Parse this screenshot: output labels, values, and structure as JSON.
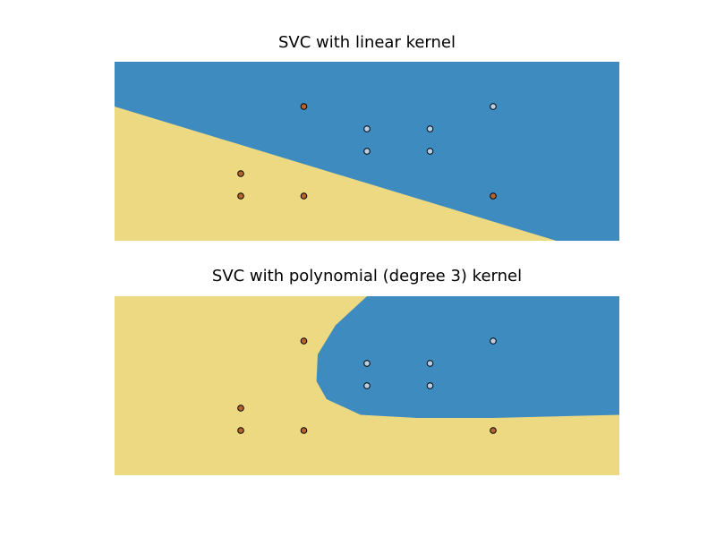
{
  "chart_data": [
    {
      "type": "scatter",
      "title": "SVC with linear kernel",
      "xlabel": "",
      "ylabel": "",
      "xlim": [
        -2.0,
        2.0
      ],
      "ylim": [
        -2.0,
        2.0
      ],
      "grid": false,
      "background_regions": [
        {
          "class": 0,
          "color": "#3e8bc0"
        },
        {
          "class": 1,
          "color": "#ecd982"
        }
      ],
      "decision_boundary": {
        "points": [
          [
            -2.0,
            1.0
          ],
          [
            1.5,
            -2.0
          ]
        ]
      },
      "series": [
        {
          "class": 0,
          "color": "#b9cfe6",
          "points": [
            [
              0.0,
              0.5
            ],
            [
              0.5,
              0.5
            ],
            [
              0.0,
              0.0
            ],
            [
              0.5,
              0.0
            ],
            [
              1.0,
              1.0
            ]
          ]
        },
        {
          "class": 1,
          "color": "#b6632d",
          "points": [
            [
              -0.5,
              1.0
            ],
            [
              -1.0,
              -0.5
            ],
            [
              -1.0,
              -1.0
            ],
            [
              -0.5,
              -1.0
            ],
            [
              1.0,
              -1.0
            ]
          ]
        }
      ]
    },
    {
      "type": "scatter",
      "title": "SVC with polynomial (degree 3) kernel",
      "xlabel": "",
      "ylabel": "",
      "xlim": [
        -2.0,
        2.0
      ],
      "ylim": [
        -2.0,
        2.0
      ],
      "grid": false,
      "background_regions": [
        {
          "class": 0,
          "color": "#3e8bc0"
        },
        {
          "class": 1,
          "color": "#ecd982"
        }
      ],
      "decision_boundary": {
        "points": [
          [
            0.0,
            2.0
          ],
          [
            -0.25,
            1.35
          ],
          [
            -0.39,
            0.7
          ],
          [
            -0.4,
            0.1
          ],
          [
            -0.32,
            -0.3
          ],
          [
            -0.05,
            -0.65
          ],
          [
            0.4,
            -0.72
          ],
          [
            1.0,
            -0.72
          ],
          [
            2.0,
            -0.65
          ]
        ]
      },
      "series": [
        {
          "class": 0,
          "color": "#b9cfe6",
          "points": [
            [
              0.0,
              0.5
            ],
            [
              0.5,
              0.5
            ],
            [
              0.0,
              0.0
            ],
            [
              0.5,
              0.0
            ],
            [
              1.0,
              1.0
            ]
          ]
        },
        {
          "class": 1,
          "color": "#b6632d",
          "points": [
            [
              -0.5,
              1.0
            ],
            [
              -1.0,
              -0.5
            ],
            [
              -1.0,
              -1.0
            ],
            [
              -0.5,
              -1.0
            ],
            [
              1.0,
              -1.0
            ]
          ]
        }
      ]
    }
  ]
}
